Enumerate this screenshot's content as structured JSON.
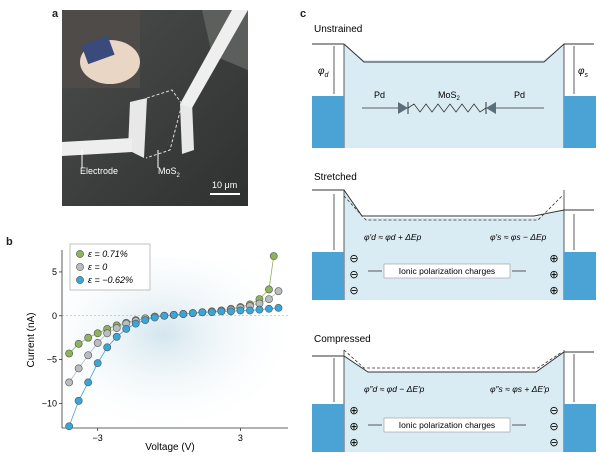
{
  "panel_a": {
    "letter": "a",
    "electrode_label": "Electrode",
    "mos2_label": "MoS",
    "mos2_sub": "2",
    "scalebar_label": "10 μm"
  },
  "panel_b": {
    "letter": "b",
    "legend": [
      {
        "label": "ε = 0.71%",
        "color": "#8fb35a"
      },
      {
        "label": "ε = 0",
        "color": "#b9bdc0"
      },
      {
        "label": "ε = −0.62%",
        "color": "#3aa6d6"
      }
    ],
    "xlabel": "Voltage (V)",
    "ylabel": "Current (nA)"
  },
  "chart_data": {
    "type": "scatter",
    "title": "",
    "xlabel": "Voltage (V)",
    "ylabel": "Current (nA)",
    "xlim": [
      -4.5,
      5
    ],
    "ylim": [
      -12.8,
      7.5
    ],
    "x_ticks": [
      -3,
      3
    ],
    "y_ticks": [
      5,
      0,
      -5,
      -10
    ],
    "series": [
      {
        "name": "ε = 0.71%",
        "color": "#8fb35a",
        "x": [
          -4.2,
          -3.8,
          -3.4,
          -3.0,
          -2.6,
          -2.2,
          -1.8,
          -1.4,
          -1.0,
          -0.6,
          -0.2,
          0.2,
          0.6,
          1.0,
          1.4,
          1.8,
          2.2,
          2.6,
          3.0,
          3.4,
          3.8,
          4.2,
          4.4
        ],
        "y": [
          -4.3,
          -3.2,
          -2.5,
          -2.0,
          -1.5,
          -1.1,
          -0.8,
          -0.5,
          -0.3,
          -0.1,
          0.0,
          0.1,
          0.2,
          0.3,
          0.4,
          0.5,
          0.6,
          0.8,
          1.0,
          1.3,
          1.9,
          3.0,
          6.8
        ]
      },
      {
        "name": "ε = 0",
        "color": "#b9bdc0",
        "x": [
          -4.2,
          -3.8,
          -3.4,
          -3.0,
          -2.6,
          -2.2,
          -1.8,
          -1.4,
          -1.0,
          -0.6,
          -0.2,
          0.2,
          0.6,
          1.0,
          1.4,
          1.8,
          2.2,
          2.6,
          3.0,
          3.4,
          3.8,
          4.2,
          4.6
        ],
        "y": [
          -7.6,
          -6.0,
          -4.5,
          -3.1,
          -2.0,
          -1.4,
          -0.9,
          -0.6,
          -0.3,
          -0.1,
          0.0,
          0.1,
          0.2,
          0.3,
          0.4,
          0.5,
          0.6,
          0.7,
          0.9,
          1.1,
          1.4,
          1.9,
          2.8
        ]
      },
      {
        "name": "ε = −0.62%",
        "color": "#3aa6d6",
        "x": [
          -4.2,
          -3.8,
          -3.4,
          -3.0,
          -2.6,
          -2.2,
          -1.8,
          -1.4,
          -1.0,
          -0.6,
          -0.2,
          0.2,
          0.6,
          1.0,
          1.4,
          1.8,
          2.2,
          2.6,
          3.0,
          3.4,
          3.8,
          4.2,
          4.6
        ],
        "y": [
          -12.6,
          -9.7,
          -7.6,
          -5.4,
          -3.6,
          -2.4,
          -1.5,
          -0.9,
          -0.5,
          -0.2,
          0.0,
          0.1,
          0.2,
          0.3,
          0.4,
          0.4,
          0.5,
          0.5,
          0.6,
          0.6,
          0.7,
          0.8,
          0.9
        ]
      }
    ]
  },
  "panel_c": {
    "letter": "c",
    "unstrained": {
      "title": "Unstrained",
      "phi_left": "φ",
      "phi_left_sub": "d",
      "phi_right": "φ",
      "phi_right_sub": "s",
      "pd_left": "Pd",
      "pd_right": "Pd",
      "mos2": "MoS",
      "mos2_sub": "2"
    },
    "stretched": {
      "title": "Stretched",
      "eq_left": "φ′d ≈ φd + ΔEp",
      "eq_right": "φ′s ≈ φs − ΔEp",
      "box_label": "Ionic polarization charges",
      "left_sign": "⊖",
      "right_sign": "⊕"
    },
    "compressed": {
      "title": "Compressed",
      "eq_left": "φ″d ≈ φd − ΔE′p",
      "eq_right": "φ″s ≈ φs + ΔE′p",
      "box_label": "Ionic polarization charges",
      "left_sign": "⊕",
      "right_sign": "⊖"
    }
  }
}
